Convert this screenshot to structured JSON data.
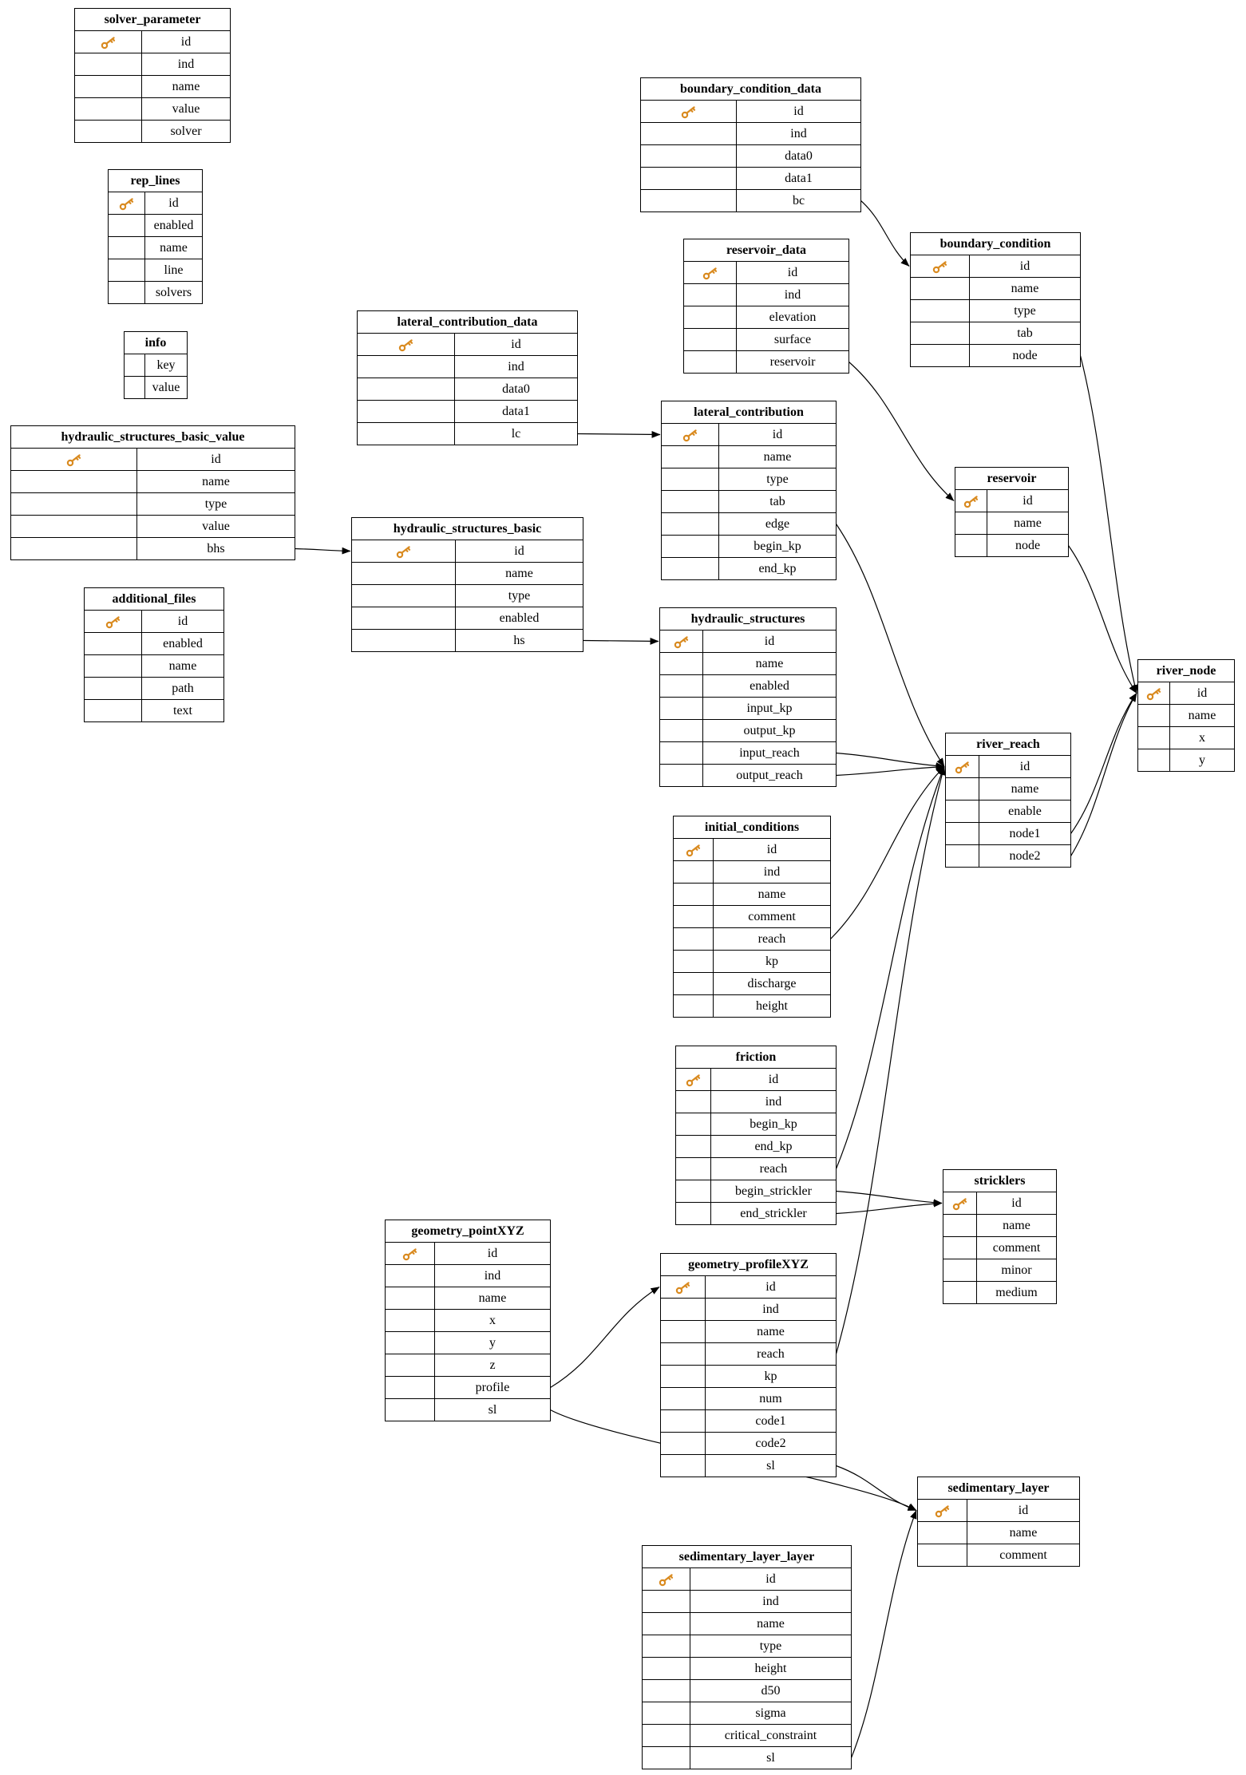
{
  "diagram": {
    "type": "database-schema",
    "background": "#ffffff",
    "colors": {
      "table_border": "#000000",
      "text": "#000000",
      "relation_line": "#000000",
      "primary_key_icon": "#d98a1f"
    },
    "icons": {
      "primary_key": "key"
    },
    "tables": [
      {
        "name": "solver_parameter",
        "primary_key": "id",
        "fields": [
          "id",
          "ind",
          "name",
          "value",
          "solver"
        ]
      },
      {
        "name": "rep_lines",
        "primary_key": "id",
        "fields": [
          "id",
          "enabled",
          "name",
          "line",
          "solvers"
        ]
      },
      {
        "name": "info",
        "primary_key": null,
        "fields": [
          "key",
          "value"
        ]
      },
      {
        "name": "hydraulic_structures_basic_value",
        "primary_key": "id",
        "fields": [
          "id",
          "name",
          "type",
          "value",
          "bhs"
        ]
      },
      {
        "name": "additional_files",
        "primary_key": "id",
        "fields": [
          "id",
          "enabled",
          "name",
          "path",
          "text"
        ]
      },
      {
        "name": "lateral_contribution_data",
        "primary_key": "id",
        "fields": [
          "id",
          "ind",
          "data0",
          "data1",
          "lc"
        ]
      },
      {
        "name": "hydraulic_structures_basic",
        "primary_key": "id",
        "fields": [
          "id",
          "name",
          "type",
          "enabled",
          "hs"
        ]
      },
      {
        "name": "boundary_condition_data",
        "primary_key": "id",
        "fields": [
          "id",
          "ind",
          "data0",
          "data1",
          "bc"
        ]
      },
      {
        "name": "reservoir_data",
        "primary_key": "id",
        "fields": [
          "id",
          "ind",
          "elevation",
          "surface",
          "reservoir"
        ]
      },
      {
        "name": "lateral_contribution",
        "primary_key": "id",
        "fields": [
          "id",
          "name",
          "type",
          "tab",
          "edge",
          "begin_kp",
          "end_kp"
        ]
      },
      {
        "name": "hydraulic_structures",
        "primary_key": "id",
        "fields": [
          "id",
          "name",
          "enabled",
          "input_kp",
          "output_kp",
          "input_reach",
          "output_reach"
        ]
      },
      {
        "name": "initial_conditions",
        "primary_key": "id",
        "fields": [
          "id",
          "ind",
          "name",
          "comment",
          "reach",
          "kp",
          "discharge",
          "height"
        ]
      },
      {
        "name": "friction",
        "primary_key": "id",
        "fields": [
          "id",
          "ind",
          "begin_kp",
          "end_kp",
          "reach",
          "begin_strickler",
          "end_strickler"
        ]
      },
      {
        "name": "geometry_pointXYZ",
        "primary_key": "id",
        "fields": [
          "id",
          "ind",
          "name",
          "x",
          "y",
          "z",
          "profile",
          "sl"
        ]
      },
      {
        "name": "geometry_profileXYZ",
        "primary_key": "id",
        "fields": [
          "id",
          "ind",
          "name",
          "reach",
          "kp",
          "num",
          "code1",
          "code2",
          "sl"
        ]
      },
      {
        "name": "boundary_condition",
        "primary_key": "id",
        "fields": [
          "id",
          "name",
          "type",
          "tab",
          "node"
        ]
      },
      {
        "name": "reservoir",
        "primary_key": "id",
        "fields": [
          "id",
          "name",
          "node"
        ]
      },
      {
        "name": "river_reach",
        "primary_key": "id",
        "fields": [
          "id",
          "name",
          "enable",
          "node1",
          "node2"
        ]
      },
      {
        "name": "river_node",
        "primary_key": "id",
        "fields": [
          "id",
          "name",
          "x",
          "y"
        ]
      },
      {
        "name": "stricklers",
        "primary_key": "id",
        "fields": [
          "id",
          "name",
          "comment",
          "minor",
          "medium"
        ]
      },
      {
        "name": "sedimentary_layer",
        "primary_key": "id",
        "fields": [
          "id",
          "name",
          "comment"
        ]
      },
      {
        "name": "sedimentary_layer_layer",
        "primary_key": "id",
        "fields": [
          "id",
          "ind",
          "name",
          "type",
          "height",
          "d50",
          "sigma",
          "critical_constraint",
          "sl"
        ]
      }
    ],
    "relations": [
      {
        "from_table": "hydraulic_structures_basic_value",
        "from_field": "bhs",
        "to_table": "hydraulic_structures_basic"
      },
      {
        "from_table": "hydraulic_structures_basic",
        "from_field": "hs",
        "to_table": "hydraulic_structures"
      },
      {
        "from_table": "lateral_contribution_data",
        "from_field": "lc",
        "to_table": "lateral_contribution"
      },
      {
        "from_table": "boundary_condition_data",
        "from_field": "bc",
        "to_table": "boundary_condition"
      },
      {
        "from_table": "reservoir_data",
        "from_field": "reservoir",
        "to_table": "reservoir"
      },
      {
        "from_table": "lateral_contribution",
        "from_field": "edge",
        "to_table": "river_reach"
      },
      {
        "from_table": "hydraulic_structures",
        "from_field": "input_reach",
        "to_table": "river_reach"
      },
      {
        "from_table": "hydraulic_structures",
        "from_field": "output_reach",
        "to_table": "river_reach"
      },
      {
        "from_table": "initial_conditions",
        "from_field": "reach",
        "to_table": "river_reach"
      },
      {
        "from_table": "friction",
        "from_field": "reach",
        "to_table": "river_reach"
      },
      {
        "from_table": "geometry_profileXYZ",
        "from_field": "reach",
        "to_table": "river_reach"
      },
      {
        "from_table": "friction",
        "from_field": "begin_strickler",
        "to_table": "stricklers"
      },
      {
        "from_table": "friction",
        "from_field": "end_strickler",
        "to_table": "stricklers"
      },
      {
        "from_table": "geometry_pointXYZ",
        "from_field": "profile",
        "to_table": "geometry_profileXYZ"
      },
      {
        "from_table": "geometry_pointXYZ",
        "from_field": "sl",
        "to_table": "sedimentary_layer"
      },
      {
        "from_table": "geometry_profileXYZ",
        "from_field": "sl",
        "to_table": "sedimentary_layer"
      },
      {
        "from_table": "sedimentary_layer_layer",
        "from_field": "sl",
        "to_table": "sedimentary_layer"
      },
      {
        "from_table": "boundary_condition",
        "from_field": "node",
        "to_table": "river_node"
      },
      {
        "from_table": "reservoir",
        "from_field": "node",
        "to_table": "river_node"
      },
      {
        "from_table": "river_reach",
        "from_field": "node1",
        "to_table": "river_node"
      },
      {
        "from_table": "river_reach",
        "from_field": "node2",
        "to_table": "river_node"
      }
    ]
  }
}
